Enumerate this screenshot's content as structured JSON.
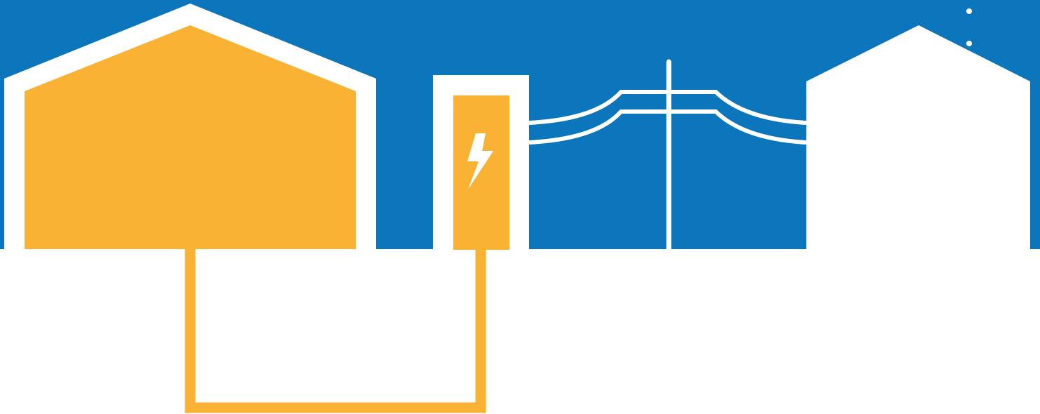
{
  "colors": {
    "sky": "#0c76bc",
    "ground": "#ffffff",
    "accent": "#f9b234",
    "outline": "#ffffff",
    "icon_fill": "#ffffff"
  },
  "icons": {
    "meter": "lightning-bolt-icon"
  },
  "components": [
    "house",
    "electric-meter",
    "utility-pole",
    "power-lines",
    "neighbor-building",
    "underground-cable"
  ]
}
